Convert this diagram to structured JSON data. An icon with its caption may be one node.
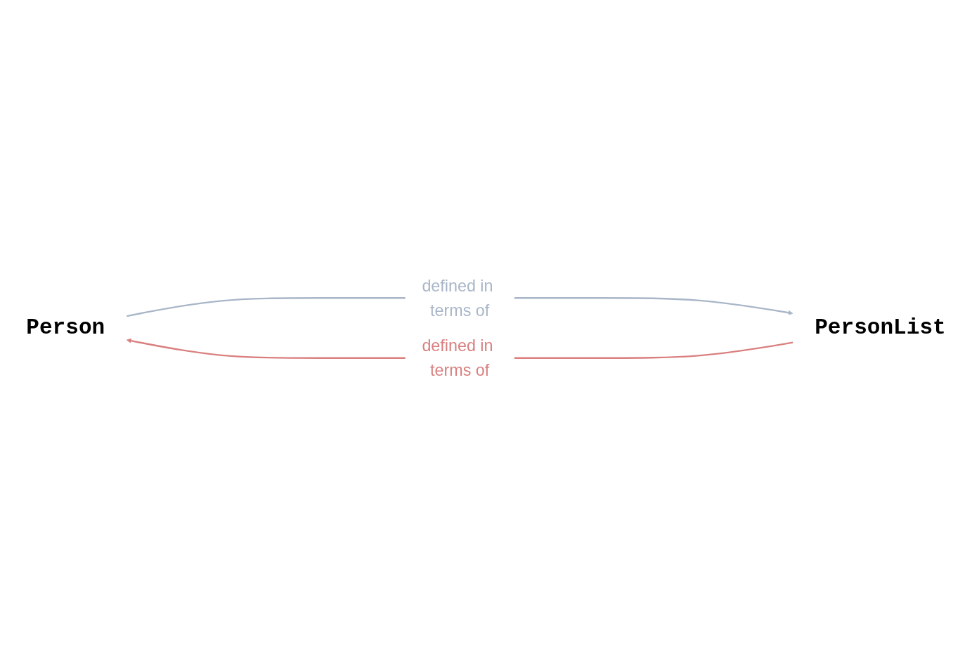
{
  "diagram": {
    "nodes": [
      {
        "text": [
          "Person"
        ]
      },
      {
        "text": [
          "PersonList"
        ]
      }
    ],
    "edges": [
      {
        "from": 0,
        "to": 1,
        "arrow": "to",
        "label": "defined in terms of",
        "color": "#a9b6c8"
      },
      {
        "from": 1,
        "to": 0,
        "arrow": "to",
        "label": "defined in terms of",
        "color": "#d9807f"
      }
    ]
  }
}
